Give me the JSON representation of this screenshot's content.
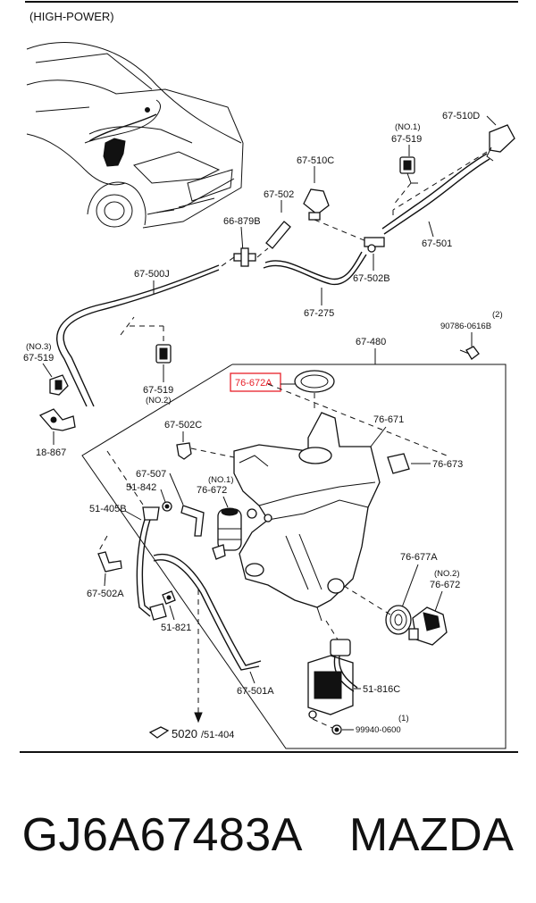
{
  "header": "(HIGH-POWER)",
  "labels": {
    "p67_510D": "67-510D",
    "p67_519_no1_tag": "(NO.1)",
    "p67_519_no1": "67-519",
    "p67_510C": "67-510C",
    "p67_502": "67-502",
    "p66_879B": "66-879B",
    "p67_501": "67-501",
    "p67_500J": "67-500J",
    "p67_502B": "67-502B",
    "p67_275": "67-275",
    "qty2_top": "(2)",
    "p90786": "90786-0616B",
    "p67_480": "67-480",
    "no3_tag": "(NO.3)",
    "p67_519_no3": "67-519",
    "p67_519_no2": "67-519",
    "no2_tag_a": "(NO.2)",
    "p76_672A": "76-672A",
    "p76_671": "76-671",
    "p18_867": "18-867",
    "p67_502C": "67-502C",
    "p76_673": "76-673",
    "p67_507": "67-507",
    "no1_tag_b": "(NO.1)",
    "p51_842": "51-842",
    "p76_672_no1": "76-672",
    "p51_405B": "51-405B",
    "p76_677A": "76-677A",
    "no2_tag_b": "(NO.2)",
    "p76_672_no2": "76-672",
    "p67_502A": "67-502A",
    "p51_821": "51-821",
    "p67_501A": "67-501A",
    "p51_816C": "51-816C",
    "qty1_bottom": "(1)",
    "p99940": "99940-0600",
    "ref_main": "5020",
    "ref_sub": "/51-404"
  },
  "caption": {
    "part_number": "GJ6A67483A",
    "brand": "MAZDA"
  },
  "colors": {
    "highlight": "#e8202a",
    "ink": "#111111"
  }
}
